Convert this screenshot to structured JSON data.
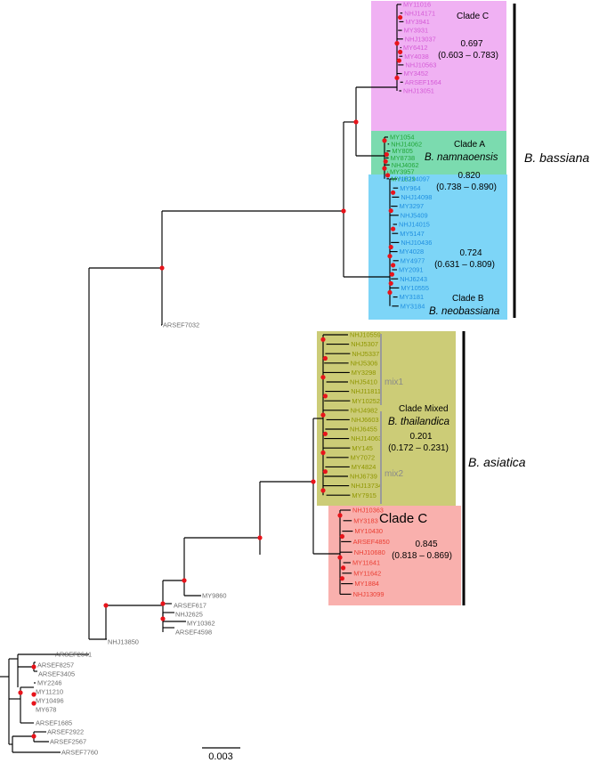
{
  "colors": {
    "cladeC_top_bg": "#f0b1f3",
    "cladeC_top_text": "#d45bd6",
    "cladeA_bg": "#7bdbaf",
    "cladeA_text": "#22a63a",
    "cladeB_bg": "#7dd5f7",
    "cladeB_text": "#1f8fe0",
    "mixed_bg": "#cccc77",
    "mixed_text": "#8f9600",
    "cladeC_bottom_bg": "#f9b0ad",
    "cladeC_bottom_text": "#ea3e33",
    "node": "#e8141b",
    "outgroup_text": "#6e6e6e",
    "mix_bar": "#9a9a9a"
  },
  "clades": {
    "c_top": {
      "name": "Clade C",
      "value": "0.697",
      "ci": "(0.603 – 0.783)"
    },
    "a": {
      "name": "Clade A",
      "species": "B. namnaoensis",
      "value": "0.820",
      "ci": "(0.738 – 0.890)"
    },
    "b": {
      "name": "Clade B",
      "species": "B. neobassiana",
      "value": "0.724",
      "ci": "(0.631 – 0.809)"
    },
    "mixed": {
      "name": "Clade Mixed",
      "species": "B. thailandica",
      "value": "0.201",
      "ci": "(0.172 – 0.231)",
      "mix1": "mix1",
      "mix2": "mix2"
    },
    "c_bottom": {
      "name": "Clade C",
      "value": "0.845",
      "ci": "(0.818 – 0.869)"
    }
  },
  "species_labels": {
    "bassiana": "B. bassiana",
    "asiatica": "B. asiatica"
  },
  "scale_bar": "0.003",
  "taxa": {
    "c_top": [
      "MY11016",
      "NHJ14171",
      "MY3941",
      "MY3931",
      "NHJ13037",
      "MY6412",
      "MY4038",
      "NHJ10563",
      "MY3452",
      "ARSEF1564",
      "NHJ13051"
    ],
    "a": [
      "MY1054",
      "NHJ14062",
      "MY805",
      "MY8738",
      "NHJ4062",
      "MY3957",
      "MY1829"
    ],
    "b": [
      "NHJ14097",
      "MY964",
      "NHJ14098",
      "MY3297",
      "NHJ5409",
      "NHJ14015",
      "MY5147",
      "NHJ10436",
      "MY4028",
      "MY4977",
      "MY2091",
      "NHJ6243",
      "MY10555",
      "MY3181",
      "MY3184"
    ],
    "mixed": [
      "NHJ10559",
      "NHJ5307",
      "NHJ5337",
      "NHJ5306",
      "MY3298",
      "NHJ5410",
      "NHJ11811",
      "MY10252",
      "NHJ4982",
      "NHJ6603",
      "NHJ6455",
      "NHJ14063",
      "MY145",
      "MY7072",
      "MY4824",
      "NHJ6739",
      "NHJ13734",
      "MY7915"
    ],
    "c_bottom": [
      "NHJ10363",
      "MY3183",
      "MY10430",
      "ARSEF4850",
      "NHJ10680",
      "MY11641",
      "MY11642",
      "MY1884",
      "NHJ13099"
    ],
    "outgroup": [
      "ARSEF7032",
      "MY9860",
      "ARSEF617",
      "NHJ2625",
      "MY10362",
      "ARSEF4598",
      "NHJ13850",
      "ARSEF2641",
      "ARSEF8257",
      "ARSEF3405",
      "MY2246",
      "MY11210",
      "MY10496",
      "MY678",
      "ARSEF1685",
      "ARSEF2922",
      "ARSEF2567",
      "ARSEF7760"
    ]
  }
}
